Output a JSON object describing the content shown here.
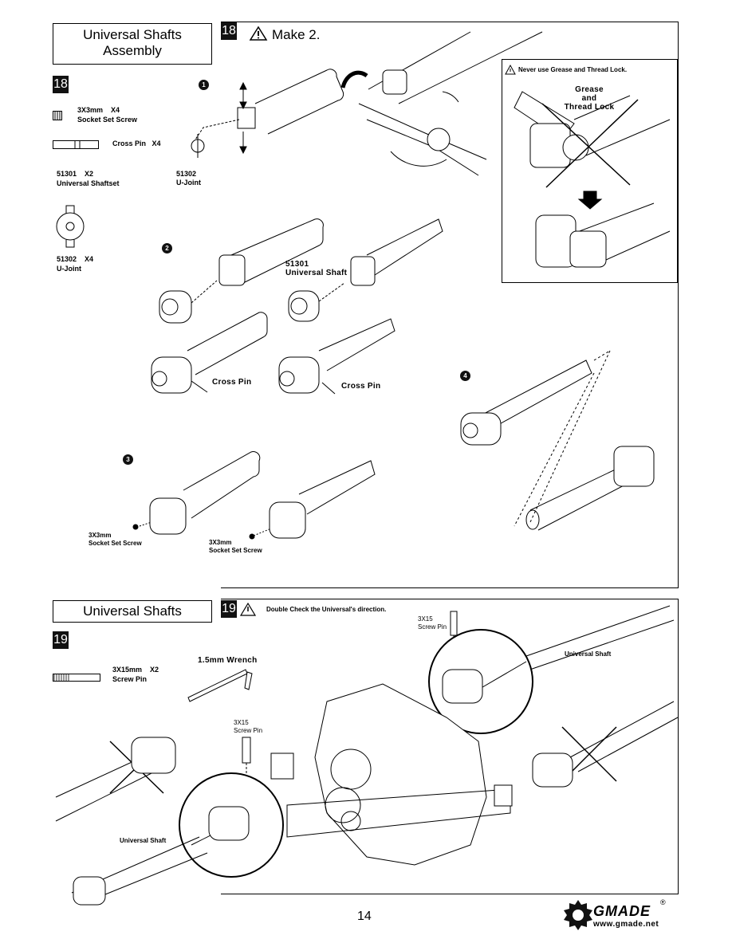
{
  "step18": {
    "title_line1": "Universal Shafts",
    "title_line2": "Assembly",
    "step_number": "18",
    "make_text": "Make 2.",
    "parts": {
      "set_screw_qty": "3X3mm    X4",
      "set_screw_name": "Socket Set Screw",
      "cross_pin": "Cross Pin   X4",
      "shaftset_qty": "51301    X2",
      "shaftset_name": "Universal Shaftset",
      "ujoint_qty": "51302    X4",
      "ujoint_name": "U-Joint"
    },
    "substeps": [
      "1",
      "2",
      "3",
      "4"
    ],
    "labels": {
      "ujoint_code": "51302",
      "ujoint_name": "U-Joint",
      "shaft_code": "51301",
      "shaft_name": "Universal Shaft",
      "cross_pin": "Cross Pin",
      "screw_size": "3X3mm",
      "screw_name": "Socket Set Screw"
    },
    "warning_box": {
      "text": "Never use Grease and Thread Lock.",
      "grease": "Grease",
      "and": "and",
      "thread_lock": "Thread Lock"
    }
  },
  "step19": {
    "title": "Universal Shafts",
    "step_number": "19",
    "warning_text": "Double Check the Universal's direction.",
    "parts": {
      "screw_pin_qty": "3X15mm    X2",
      "screw_pin_name": "Screw Pin",
      "wrench": "1.5mm Wrench"
    },
    "labels": {
      "screw_pin_size": "3X15",
      "screw_pin_name": "Screw Pin",
      "universal_shaft": "Universal Shaft"
    }
  },
  "footer": {
    "page_number": "14",
    "brand": "GMADE",
    "website": "www.gmade.net",
    "registered": "®"
  },
  "colors": {
    "step_badge": "#111111",
    "line": "#000000",
    "fill_light": "#f2f2f2"
  }
}
